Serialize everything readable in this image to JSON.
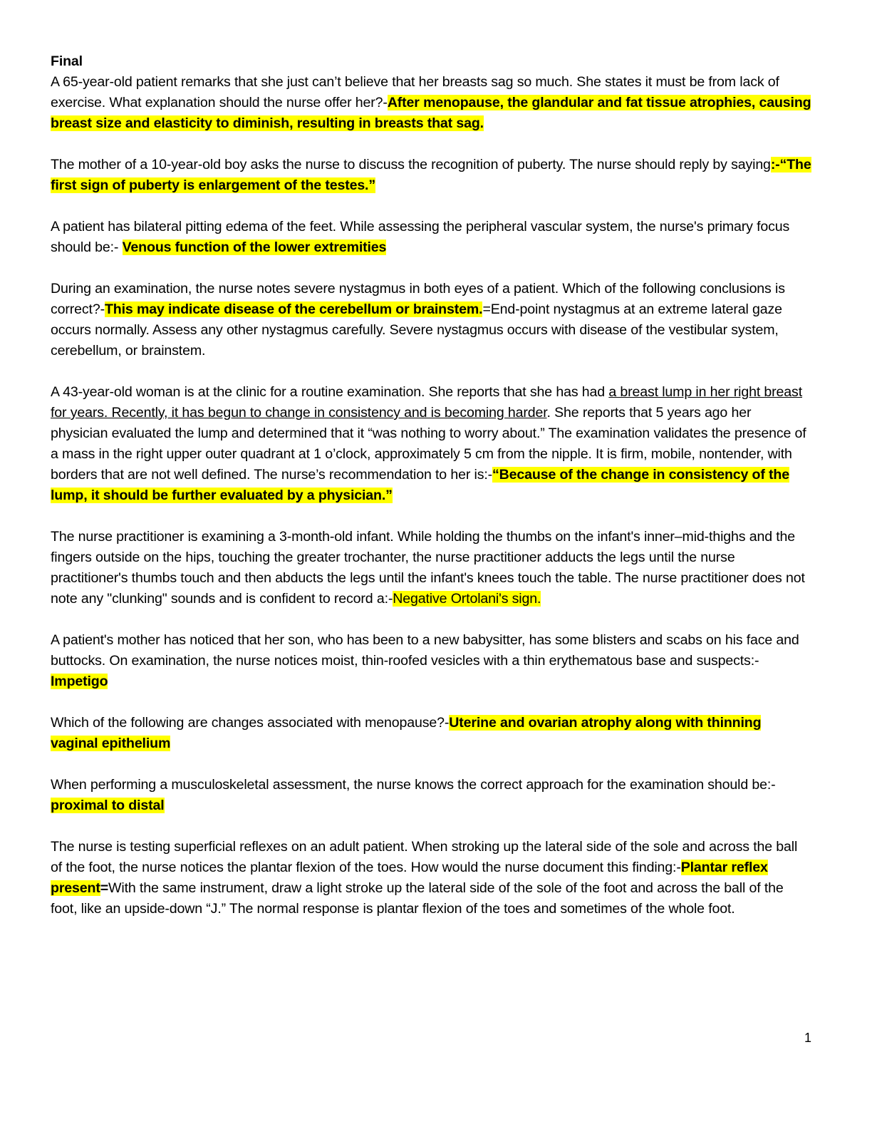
{
  "title": "Final",
  "page_number": "1",
  "highlight_color": "#ffff00",
  "paragraphs": [
    {
      "segs": [
        {
          "text": "A 65-year-old patient remarks that she just can’t believe that her breasts sag so much. She states it must be from lack of exercise. What explanation should the nurse offer her?-",
          "style": "plain"
        },
        {
          "text": "After menopause, the glandular and fat tissue atrophies, causing breast size and elasticity to diminish, resulting in breasts that sag.",
          "style": "hl b"
        }
      ]
    },
    {
      "segs": [
        {
          "text": "The mother of a 10-year-old boy asks the nurse to discuss the recognition of puberty. The nurse should reply by saying",
          "style": "plain"
        },
        {
          "text": ":-“The first sign of puberty is enlargement of the testes.”",
          "style": "hl b"
        }
      ]
    },
    {
      "segs": [
        {
          "text": "A patient has bilateral pitting edema of the feet. While assessing the peripheral vascular system, the nurse's primary focus should be:- ",
          "style": "plain"
        },
        {
          "text": "Venous function of the lower extremities",
          "style": "hl b"
        }
      ]
    },
    {
      "segs": [
        {
          "text": "During an examination, the nurse notes severe nystagmus in both eyes of a patient. Which of the following conclusions is correct?-",
          "style": "plain"
        },
        {
          "text": "This may indicate disease of the cerebellum or brainstem.",
          "style": "hl b"
        },
        {
          "text": "=End-point nystagmus at an extreme lateral gaze occurs normally. Assess any other nystagmus carefully. Severe nystagmus occurs with disease of the vestibular system, cerebellum, or brainstem.",
          "style": "plain"
        }
      ]
    },
    {
      "segs": [
        {
          "text": "A 43-year-old woman is at the clinic for a routine examination. She reports that she has had ",
          "style": "plain"
        },
        {
          "text": "a breast lump in her right breast for years. Recently, it has begun to change in consistency and is becoming harder",
          "style": "u"
        },
        {
          "text": ". She reports that 5 years ago her physician evaluated the lump and determined that it “was nothing to worry about.” The examination validates the presence of a mass in the right upper outer quadrant at 1 o’clock, approximately 5 cm from the nipple. It is firm, mobile, nontender, with borders that are not well defined. The nurse’s recommendation to her is:-",
          "style": "plain"
        },
        {
          "text": "“Because of the change in consistency of the lump, it should be further evaluated by a physician.”",
          "style": "hl b"
        }
      ]
    },
    {
      "segs": [
        {
          "text": "The nurse practitioner is examining a 3-month-old infant. While holding the thumbs on the infant's inner–mid-thighs and the fingers outside on the hips, touching the greater trochanter, the nurse practitioner adducts the legs until the nurse practitioner's thumbs touch and then abducts the legs until the infant's knees touch the table. The nurse practitioner does not note any \"clunking\" sounds and is confident to record a:-",
          "style": "plain"
        },
        {
          "text": "Negative Ortolani's sign.",
          "style": "hl"
        }
      ]
    },
    {
      "segs": [
        {
          "text": "A patient's mother has noticed that her son, who has been to a new babysitter, has some blisters and scabs on his face and buttocks. On examination, the nurse notices moist, thin-roofed vesicles with a thin erythematous base and suspects:-",
          "style": "plain"
        },
        {
          "text": "Impetigo",
          "style": "hl b"
        }
      ]
    },
    {
      "segs": [
        {
          "text": "Which of the following are changes associated with menopause?-",
          "style": "plain"
        },
        {
          "text": "Uterine and ovarian atrophy along with thinning vaginal epithelium",
          "style": "hl b"
        }
      ]
    },
    {
      "segs": [
        {
          "text": "When performing a musculoskeletal assessment, the nurse knows the correct approach for the examination should be:-",
          "style": "plain"
        },
        {
          "text": "proximal to distal",
          "style": "hl b"
        }
      ]
    },
    {
      "segs": [
        {
          "text": "The nurse is testing superficial reflexes on an adult patient. When stroking up the lateral side of the sole and across the ball of the foot, the nurse notices the plantar flexion of the toes. How would the nurse document this finding:-",
          "style": "plain"
        },
        {
          "text": "Plantar reflex present",
          "style": "hl b"
        },
        {
          "text": "=",
          "style": "b"
        },
        {
          "text": "With the same instrument, draw a light stroke up the lateral side of the sole of the foot and across the ball of the foot, like an upside-down “J.” The normal response is plantar flexion of the toes and sometimes of the whole foot.",
          "style": "plain"
        }
      ]
    }
  ]
}
